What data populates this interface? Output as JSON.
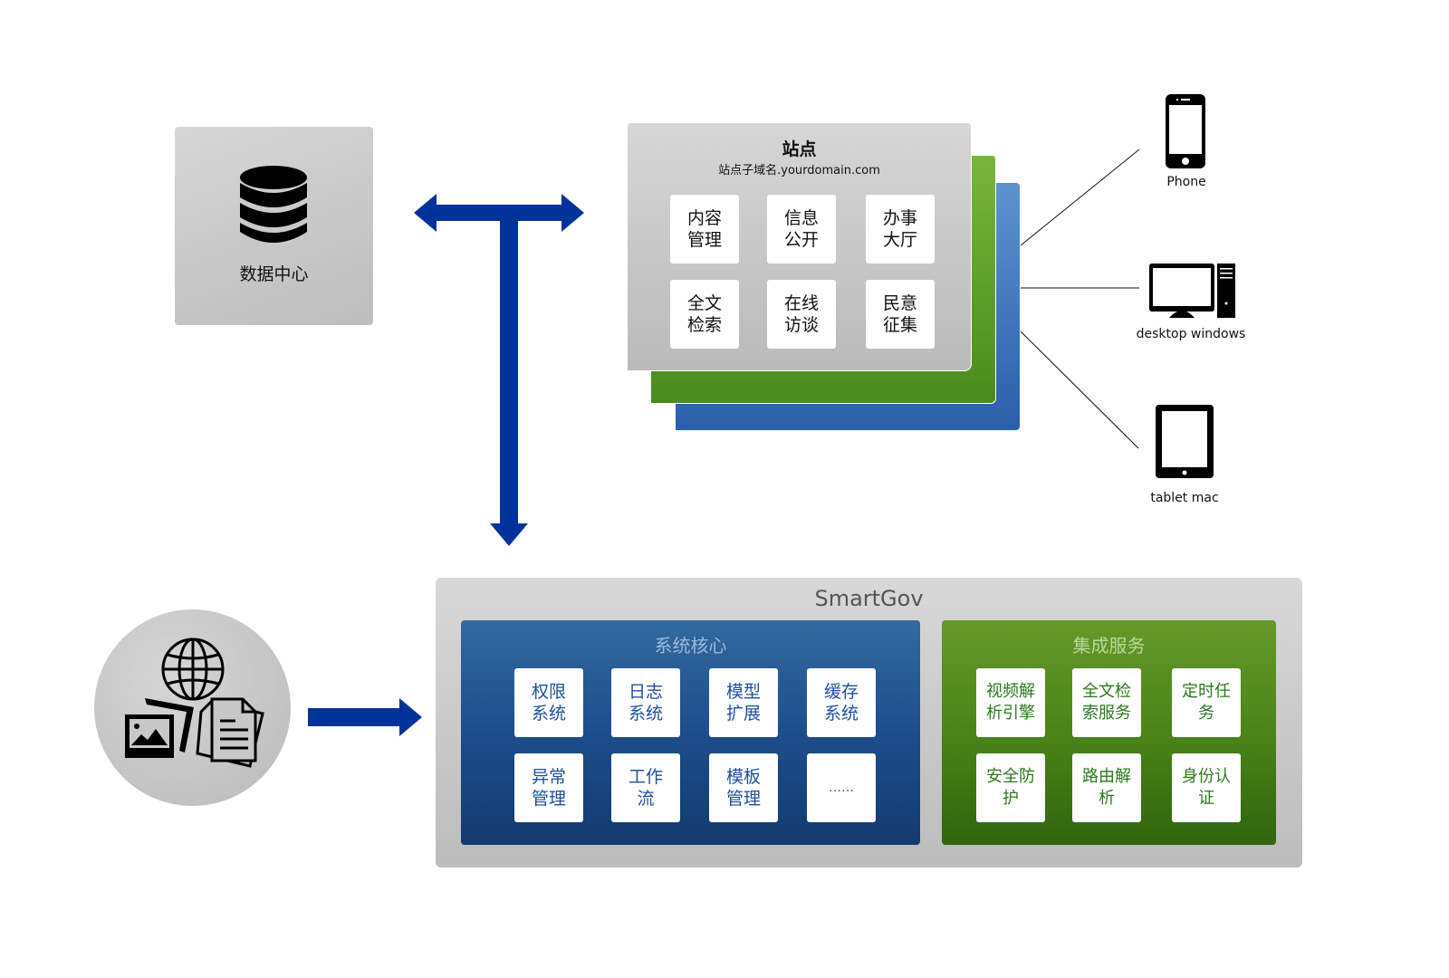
{
  "datacenter": {
    "label": "数据中心",
    "icon": "database-icon"
  },
  "site": {
    "title": "站点",
    "subtitle": "站点子域名.yourdomain.com",
    "modules": [
      {
        "label": "内容管理"
      },
      {
        "label": "信息公开"
      },
      {
        "label": "办事大厅"
      },
      {
        "label": "全文检索"
      },
      {
        "label": "在线访谈"
      },
      {
        "label": "民意征集"
      }
    ],
    "stack_colors": {
      "front": "#cfcfcf",
      "middle": "#5c9a28",
      "back": "#3a72b8"
    }
  },
  "devices": [
    {
      "label": "Phone",
      "icon": "phone-icon"
    },
    {
      "label": "desktop windows",
      "icon": "desktop-icon"
    },
    {
      "label": "tablet mac",
      "icon": "tablet-icon"
    }
  ],
  "sources": {
    "icons": [
      "globe-icon",
      "image-icon",
      "document-icon"
    ]
  },
  "smartgov": {
    "title": "SmartGov",
    "core": {
      "title": "系统核心",
      "modules": [
        {
          "label": "权限系统"
        },
        {
          "label": "日志系统"
        },
        {
          "label": "模型扩展"
        },
        {
          "label": "缓存系统"
        },
        {
          "label": "异常管理"
        },
        {
          "label": "工作流"
        },
        {
          "label": "模板管理"
        },
        {
          "label": "……"
        }
      ]
    },
    "integration": {
      "title": "集成服务",
      "modules": [
        {
          "label": "视频解析引擎"
        },
        {
          "label": "全文检索服务"
        },
        {
          "label": "定时任务"
        },
        {
          "label": "安全防护"
        },
        {
          "label": "路由解析"
        },
        {
          "label": "身份认证"
        }
      ]
    }
  },
  "colors": {
    "arrow": "#003399",
    "core_blue": "#1e4d8c",
    "integration_green": "#4a8419"
  }
}
